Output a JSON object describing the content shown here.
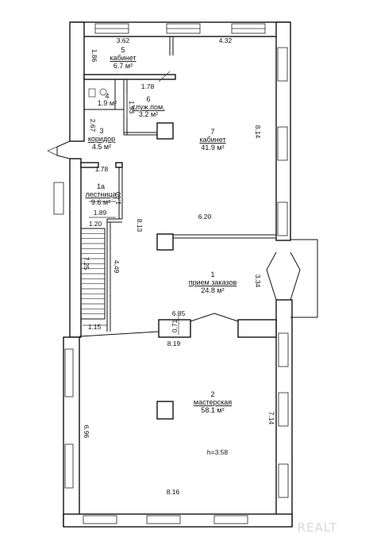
{
  "rooms": [
    {
      "number": "5",
      "name": "кабинет",
      "area": "6.7 м²"
    },
    {
      "number": "4",
      "name": "",
      "area": "1.9 м²"
    },
    {
      "number": "6",
      "name": "служ.пом.",
      "area": "3.2 м²"
    },
    {
      "number": "7",
      "name": "кабинет",
      "area": "41.9 м²"
    },
    {
      "number": "3",
      "name": "коридор",
      "area": "4.5 м²"
    },
    {
      "number": "1а",
      "name": "лестница",
      "area": "9.6 м²"
    },
    {
      "number": "1",
      "name": "прием заказов",
      "area": "24.8 м²"
    },
    {
      "number": "2",
      "name": "мастерская",
      "area": "58.1 м²"
    }
  ],
  "dimensions": {
    "d_3_62": "3.62",
    "d_4_32": "4.32",
    "d_1_86": "1.86",
    "d_1_78a": "1.78",
    "d_1_93": "1.93",
    "d_2_67": "2.67",
    "d_8_14": "8.14",
    "d_1_78b": "1.78",
    "d_1_60": "1.60",
    "d_1_89": "1.89",
    "d_6_20": "6.20",
    "d_8_13": "8.13",
    "d_1_20": "1.20",
    "d_7_25": "7.25",
    "d_4_49": "4.49",
    "d_3_34": "3.34",
    "d_6_85": "6.85",
    "d_0_71": "0.71",
    "d_1_15": "1.15",
    "d_8_19": "8.19",
    "d_7_14": "7.14",
    "d_6_96": "6.96",
    "d_8_16": "8.16"
  },
  "ceiling_height": "h=3.58",
  "watermark": "REALT"
}
